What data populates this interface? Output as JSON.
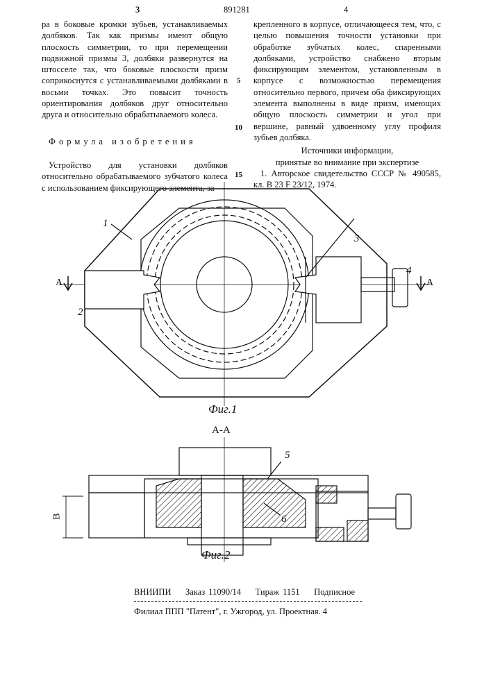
{
  "header": {
    "page_left": "3",
    "patent_no": "891281",
    "page_right": "4"
  },
  "left_column": {
    "para1": "ра в боковые кромки зубьев, устанавливаемых долбяков. Так как призмы имеют общую плоскость симметрии, то при перемещении подвижной призмы 3, долбяки развернутся на штосселе так, что боковые плоскости призм соприкоснутся с устанавливаемыми долбяками в восьми точках. Это повысит точность ориентирования долбяков друг относительно друга и относительно обрабатываемого колеса.",
    "heading": "Формула изобретения",
    "para2": "Устройство для установки долбяков относительно обрабатываемого зубчатого колеса с использованием фиксирующего элемента, за-"
  },
  "right_column": {
    "para1": "крепленного в корпусе, отличающееся тем, что, с целью повышения точности установки при обработке зубчатых колес, спаренными долбяками, устройство снабжено вторым фиксирующим элементом, установленным в корпусе с возможностью перемещения относительно первого, причем оба фиксирующих элемента выполнены в виде призм, имеющих общую плоскость симметрии и угол при вершине, равный удвоенному углу профиля зубьев долбяка.",
    "sources_title1": "Источники информации,",
    "sources_title2": "принятые во внимание при экспертизе",
    "source1": "1. Авторское свидетельство СССР № 490585, кл. В 23 F 23/12, 1974."
  },
  "line_numbers": [
    "5",
    "10",
    "15"
  ],
  "figures": {
    "fig1_caption": "Фиг.1",
    "fig2_caption": "Фиг.2",
    "section_label": "А-А",
    "labels": [
      "1",
      "2",
      "3",
      "4",
      "5",
      "6"
    ],
    "arrow_label": "А",
    "dimension_label": "В"
  },
  "footer": {
    "org": "ВНИИПИ",
    "order": "Заказ 11090/14",
    "print_run": "Тираж 1151",
    "subscription": "Подписное",
    "branch": "Филиал ППП \"Патент\", г. Ужгород, ул. Проектная. 4"
  }
}
